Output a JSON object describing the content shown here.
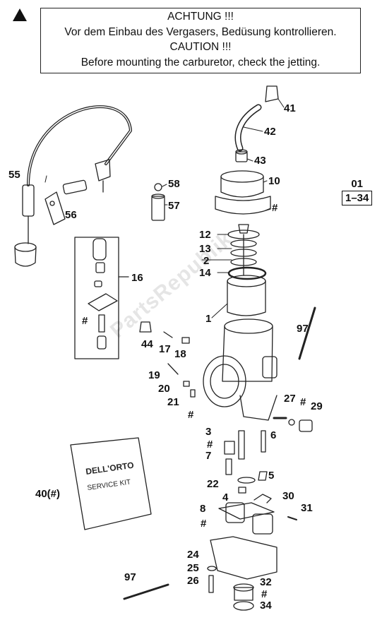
{
  "notice": {
    "line1": "ACHTUNG !!!",
    "line2": "Vor dem Einbau des Vergasers, Bedüsung kontrollieren.",
    "line3": "CAUTION !!!",
    "line4": "Before mounting the carburetor, check the jetting."
  },
  "group": {
    "code": "01",
    "range": "1–34"
  },
  "watermark": "PartsRepublik",
  "labels": {
    "l41": "41",
    "l42": "42",
    "l43": "43",
    "l10": "10",
    "lhash_top": "#",
    "l12": "12",
    "l13": "13",
    "l2": "2",
    "l14": "14",
    "l1": "1",
    "l55": "55",
    "l56": "56",
    "l58": "58",
    "l57": "57",
    "l16": "16",
    "lhash16": "#",
    "l44": "44",
    "l17": "17",
    "l18": "18",
    "l97a": "97",
    "l19": "19",
    "l20": "20",
    "l21": "21",
    "lhash21": "#",
    "l27": "27",
    "lhash27": "#",
    "l29": "29",
    "l3": "3",
    "l6": "6",
    "lhash3": "#",
    "l7": "7",
    "l5": "5",
    "l22": "22",
    "l4": "4",
    "l30": "30",
    "l40": "40(#)",
    "l8": "8",
    "l31": "31",
    "lhash8": "#",
    "l24": "24",
    "l25": "25",
    "l97b": "97",
    "l26": "26",
    "l32": "32",
    "lhash32": "#",
    "l34": "34"
  },
  "kit_text": {
    "line1": "DELL'ORTO",
    "line2": "SERVICE KIT"
  }
}
